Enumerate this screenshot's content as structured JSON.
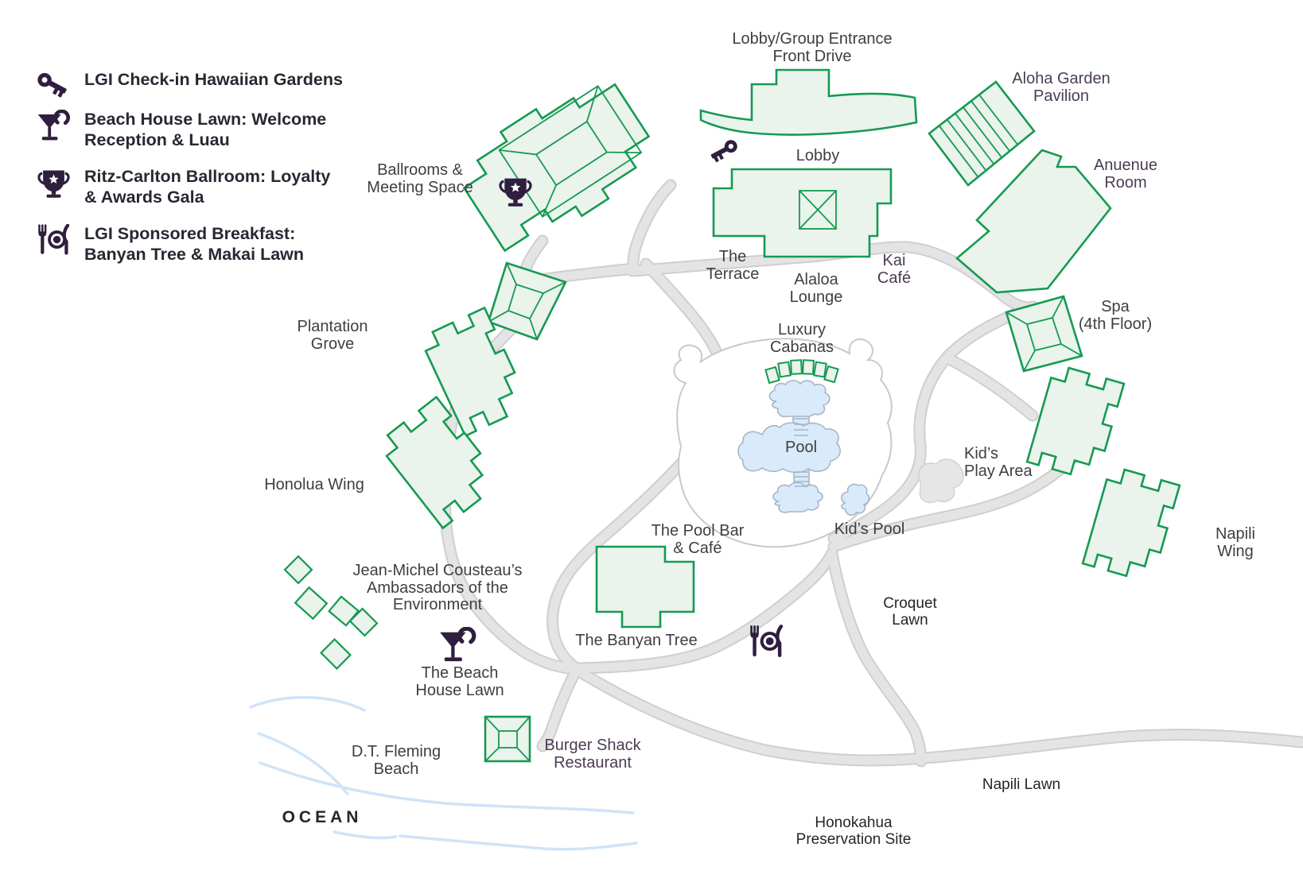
{
  "legend": {
    "items": [
      {
        "icon": "key-icon",
        "label": "LGI Check-in Hawaiian Gardens"
      },
      {
        "icon": "cocktail-icon",
        "label": "Beach House Lawn: Welcome\nReception & Luau"
      },
      {
        "icon": "trophy-icon",
        "label": "Ritz-Carlton Ballroom: Loyalty\n& Awards Gala"
      },
      {
        "icon": "dining-icon",
        "label": "LGI Sponsored Breakfast:\nBanyan Tree & Makai Lawn"
      }
    ]
  },
  "labels": {
    "lobby_entrance": {
      "text": "Lobby/Group Entrance\nFront Drive"
    },
    "aloha_garden": {
      "text": "Aloha Garden\nPavilion"
    },
    "anuenue": {
      "text": "Anuenue\nRoom"
    },
    "ballrooms": {
      "text": "Ballrooms &\nMeeting Space"
    },
    "lobby": {
      "text": "Lobby"
    },
    "terrace": {
      "text": "The\nTerrace"
    },
    "alaloa": {
      "text": "Alaloa\nLounge"
    },
    "kai_cafe": {
      "text": "Kai\nCafé"
    },
    "spa": {
      "text": "Spa\n(4th Floor)"
    },
    "plantation": {
      "text": "Plantation\nGrove"
    },
    "luxury_cabanas": {
      "text": "Luxury\nCabanas"
    },
    "pool": {
      "text": "Pool"
    },
    "kids_play": {
      "text": "Kid’s\nPlay Area"
    },
    "honolua": {
      "text": "Honolua Wing"
    },
    "napili_wing": {
      "text": "Napili Wing"
    },
    "pool_bar": {
      "text": "The Pool Bar\n& Café"
    },
    "kids_pool": {
      "text": "Kid’s Pool"
    },
    "cousteau": {
      "text": "Jean-Michel Cousteau’s\nAmbassadors of the\nEnvironment"
    },
    "croquet": {
      "text": "Croquet\nLawn"
    },
    "banyan": {
      "text": "The Banyan Tree"
    },
    "beach_house": {
      "text": "The Beach\nHouse Lawn"
    },
    "burger": {
      "text": "Burger Shack\nRestaurant"
    },
    "dt_fleming": {
      "text": "D.T. Fleming\nBeach"
    },
    "ocean": {
      "text": "OCEAN"
    },
    "napili_lawn": {
      "text": "Napili Lawn"
    },
    "honokahua": {
      "text": "Honokahua\nPreservation Site"
    }
  },
  "markers": {
    "checkin": "key-icon",
    "welcome_reception": "cocktail-icon",
    "awards_gala": "trophy-icon",
    "breakfast": "dining-icon"
  },
  "colors": {
    "building_fill": "#eaf3ec",
    "building_stroke": "#169a52",
    "road": "#e4e4e4",
    "road_casing": "#cfcfcf",
    "deck_stroke": "#c9c9c9",
    "pool_fill": "#d9eafa",
    "pool_stroke": "#a5b6c6",
    "water": "#cfe4f7",
    "play_area": "#e6e6e6",
    "icon": "#2f1e3e",
    "label": "#3e3e44",
    "label_accent": "#4b3c55",
    "label_dark": "#26262a",
    "legend_text": "#2c2633"
  }
}
